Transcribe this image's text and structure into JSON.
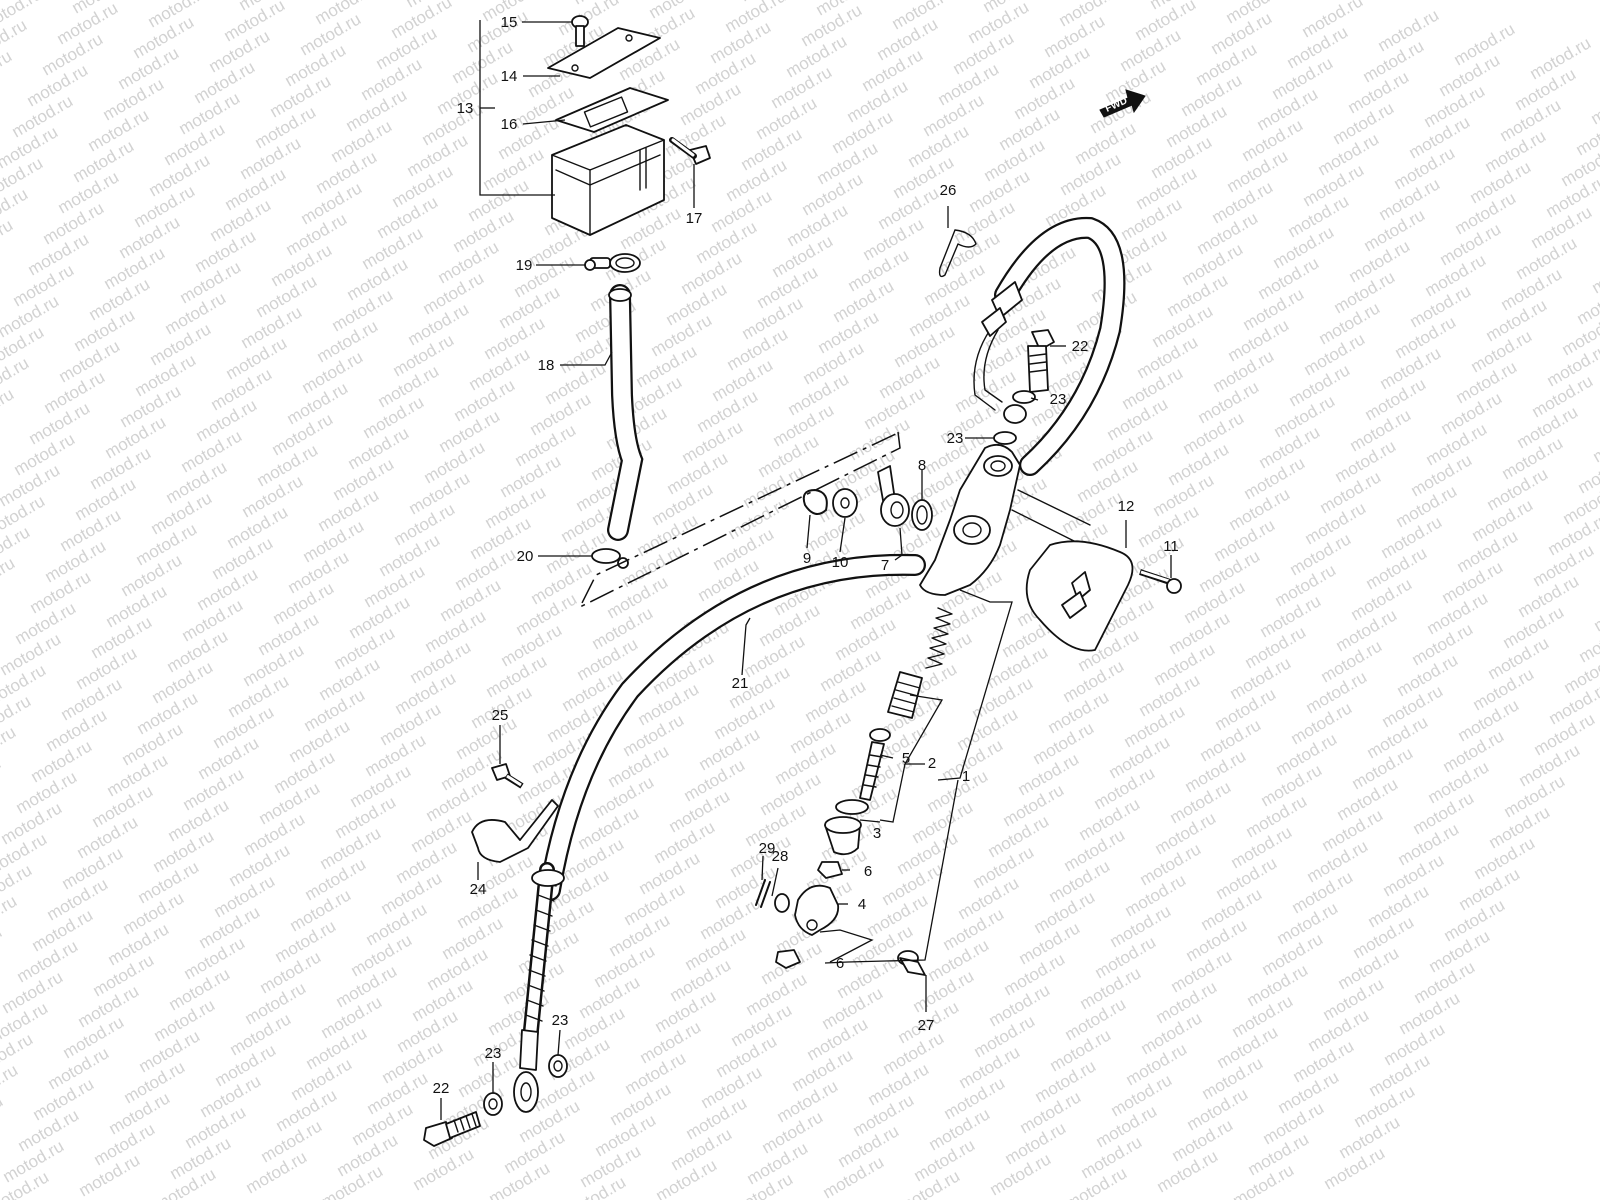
{
  "watermark": "motod.ru",
  "fwd_label": "FWD",
  "callouts": [
    "15",
    "14",
    "13",
    "16",
    "17",
    "19",
    "18",
    "20",
    "26",
    "22",
    "23",
    "23",
    "8",
    "9",
    "10",
    "7",
    "12",
    "11",
    "21",
    "5",
    "2",
    "1",
    "3",
    "25",
    "6",
    "29",
    "28",
    "4",
    "24",
    "6",
    "27",
    "23",
    "23",
    "22"
  ]
}
